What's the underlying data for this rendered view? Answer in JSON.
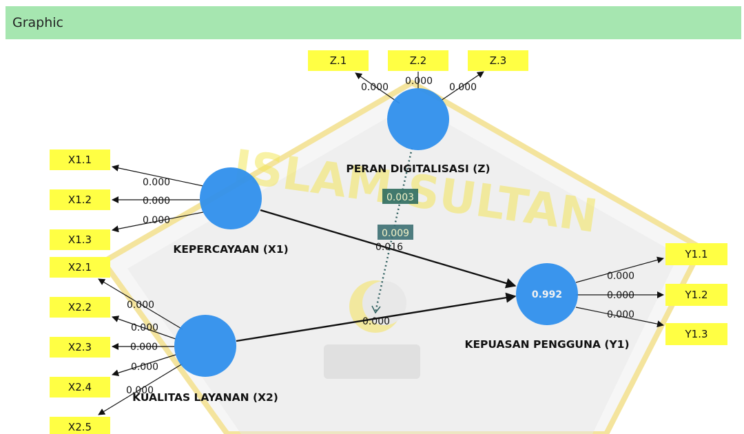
{
  "header": {
    "title": "Graphic",
    "color": "#a6e6b0"
  },
  "colors": {
    "indicator_fill": "#ffff44",
    "construct_fill": "#2f8fec",
    "arrow": "#111111"
  },
  "indicators": {
    "z1": "Z.1",
    "z2": "Z.2",
    "z3": "Z.3",
    "x11": "X1.1",
    "x12": "X1.2",
    "x13": "X1.3",
    "x21": "X2.1",
    "x22": "X2.2",
    "x23": "X2.3",
    "x24": "X2.4",
    "x25": "X2.5",
    "y11": "Y1.1",
    "y12": "Y1.2",
    "y13": "Y1.3"
  },
  "constructs": {
    "z": {
      "label": "PERAN DIGITALISASI (Z)"
    },
    "x1": {
      "label": "KEPERCAYAAN (X1)"
    },
    "x2": {
      "label": "KUALITAS LAYANAN (X2)"
    },
    "y1": {
      "label": "KEPUASAN PENGGUNA (Y1)",
      "r_square": "0.992"
    }
  },
  "outer_pvalues": {
    "z1": "0.000",
    "z2": "0.000",
    "z3": "0.000",
    "x11": "0.000",
    "x12": "0.000",
    "x13": "0.000",
    "x21": "0.000",
    "x22": "0.000",
    "x23": "0.000",
    "x24": "0.000",
    "x25": "0.000",
    "y11": "0.000",
    "y12": "0.000",
    "y13": "0.000"
  },
  "inner_pvalues": {
    "x1_y1": "0.016",
    "x2_y1": "0.000",
    "z_moderation_a": "0.003",
    "z_moderation_b": "0.009"
  }
}
